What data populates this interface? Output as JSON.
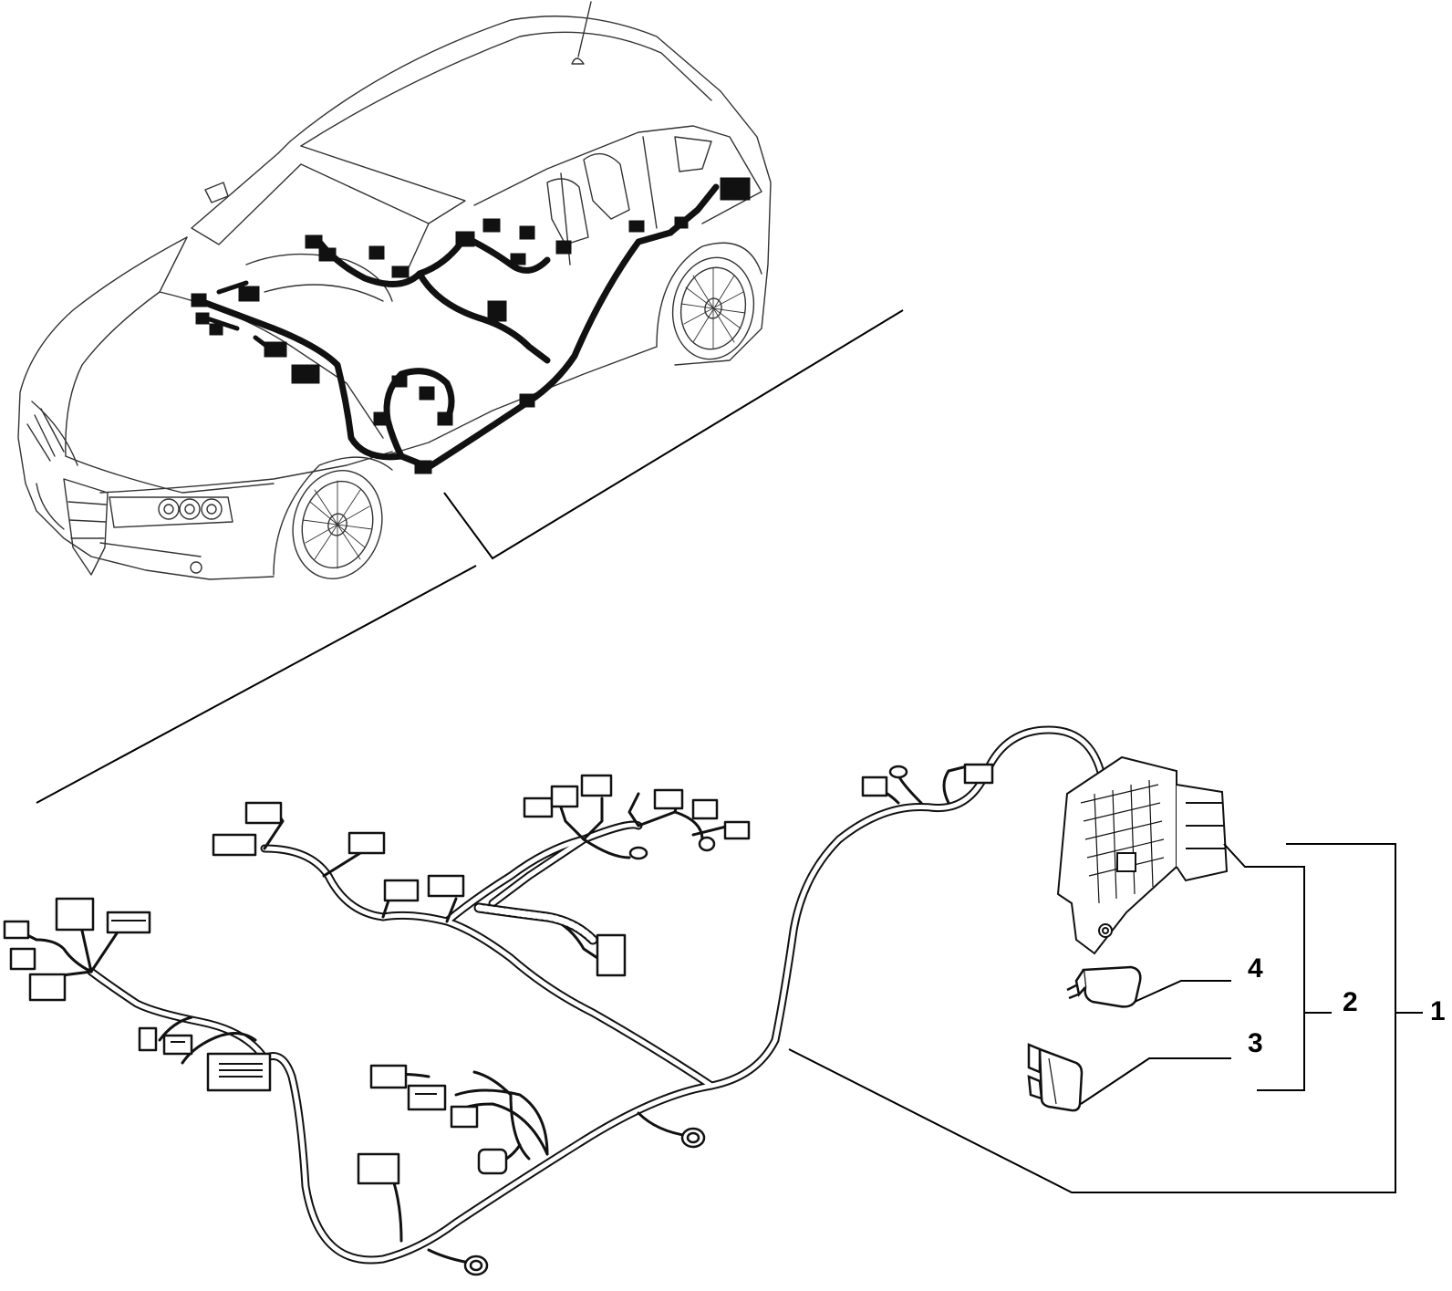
{
  "colors": {
    "background": "#ffffff",
    "ink": "#000000",
    "car_outline": "#333333",
    "harness": "#111111",
    "connector_fill": "#ffffff"
  },
  "callouts": [
    {
      "id": "callout-1",
      "label": "1"
    },
    {
      "id": "callout-2",
      "label": "2"
    },
    {
      "id": "callout-3",
      "label": "3"
    },
    {
      "id": "callout-4",
      "label": "4"
    }
  ]
}
